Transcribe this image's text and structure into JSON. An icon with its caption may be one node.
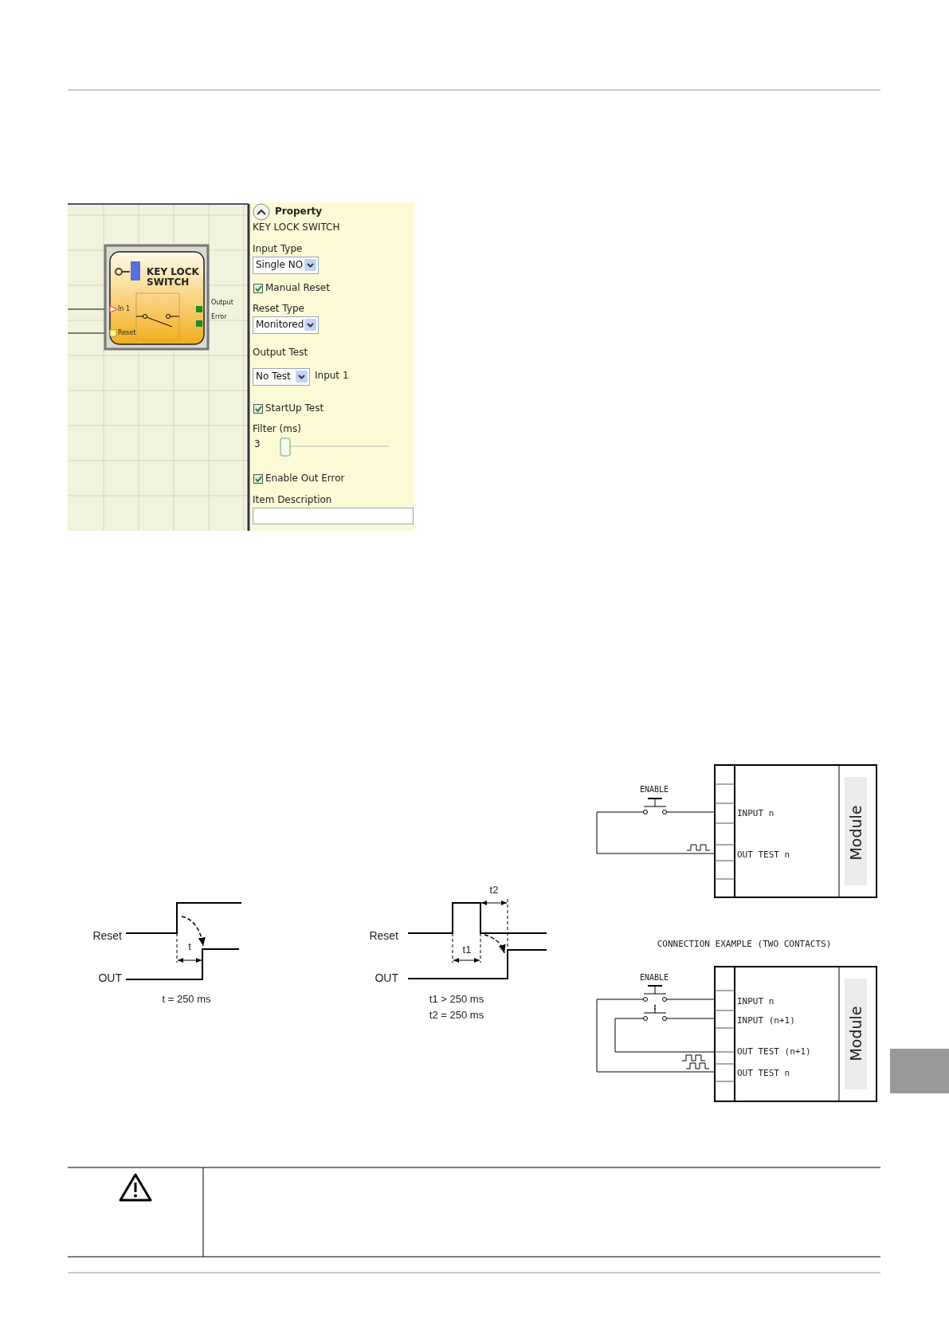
{
  "diagram": {
    "labels": [
      "KEY LOCK SWITCH",
      "In 1",
      "Reset",
      "Output",
      "Error",
      "Property",
      "KEY LOCK SWITCH",
      "Input Type",
      "Single NO",
      "Manual Reset",
      "Reset Type",
      "Monitored",
      "Output Test",
      "No Test",
      "Input 1",
      "StartUp Test",
      "Filter (ms)",
      "3",
      "Enable Out Error",
      "Item Description",
      "ENABLE",
      "INPUT n",
      "OUT TEST n",
      "Module",
      "Reset",
      "OUT",
      "t",
      "t = 250 ms",
      "t2",
      "Reset",
      "OUT",
      "t1",
      "t1 > 250 ms",
      "t2 = 250 ms",
      "CONNECTION EXAMPLE (TWO CONTACTS)",
      "ENABLE",
      "INPUT n",
      "INPUT (n+1)",
      "OUT TEST (n+1)",
      "OUT TEST n",
      "Module"
    ]
  }
}
